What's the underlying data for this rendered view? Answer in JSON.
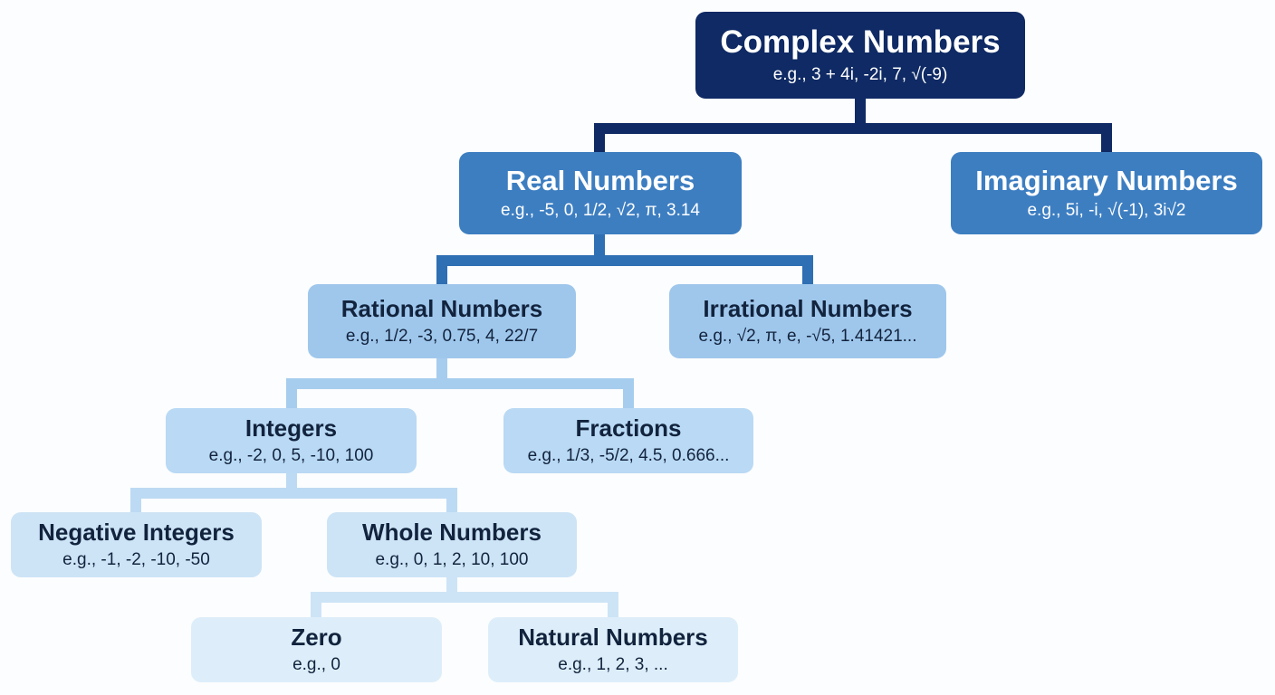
{
  "nodes": {
    "complex": {
      "title": "Complex Numbers",
      "example": "e.g., 3 + 4i, -2i, 7, √(-9)"
    },
    "real": {
      "title": "Real Numbers",
      "example": "e.g., -5, 0, 1/2, √2, π, 3.14"
    },
    "imaginary": {
      "title": "Imaginary Numbers",
      "example": "e.g., 5i, -i, √(-1), 3i√2"
    },
    "rational": {
      "title": "Rational Numbers",
      "example": "e.g., 1/2, -3, 0.75, 4, 22/7"
    },
    "irrational": {
      "title": "Irrational Numbers",
      "example": "e.g., √2, π, e, -√5, 1.41421..."
    },
    "integers": {
      "title": "Integers",
      "example": "e.g., -2, 0, 5, -10, 100"
    },
    "fractions": {
      "title": "Fractions",
      "example": "e.g., 1/3, -5/2, 4.5, 0.666..."
    },
    "negative": {
      "title": "Negative Integers",
      "example": "e.g., -1, -2, -10, -50"
    },
    "whole": {
      "title": "Whole Numbers",
      "example": "e.g., 0, 1, 2, 10, 100"
    },
    "zero": {
      "title": "Zero",
      "example": "e.g., 0"
    },
    "natural": {
      "title": "Natural Numbers",
      "example": "e.g., 1, 2, 3, ..."
    }
  },
  "edges": [
    {
      "from": "complex",
      "to": [
        "real",
        "imaginary"
      ]
    },
    {
      "from": "real",
      "to": [
        "rational",
        "irrational"
      ]
    },
    {
      "from": "rational",
      "to": [
        "integers",
        "fractions"
      ]
    },
    {
      "from": "integers",
      "to": [
        "negative",
        "whole"
      ]
    },
    {
      "from": "whole",
      "to": [
        "zero",
        "natural"
      ]
    }
  ],
  "colors": {
    "level0": "#0f2a64",
    "level1": "#3d7ec1",
    "level2": "#9fc7ec",
    "level3": "#b9d9f4",
    "level4": "#cde4f6",
    "level5": "#ddeefa",
    "connector_complex": "#0f2a64",
    "connector_real": "#2f6fb3",
    "connector_rational": "#a6cdee",
    "connector_integers": "#bcdaf3",
    "connector_whole": "#cde4f6"
  }
}
